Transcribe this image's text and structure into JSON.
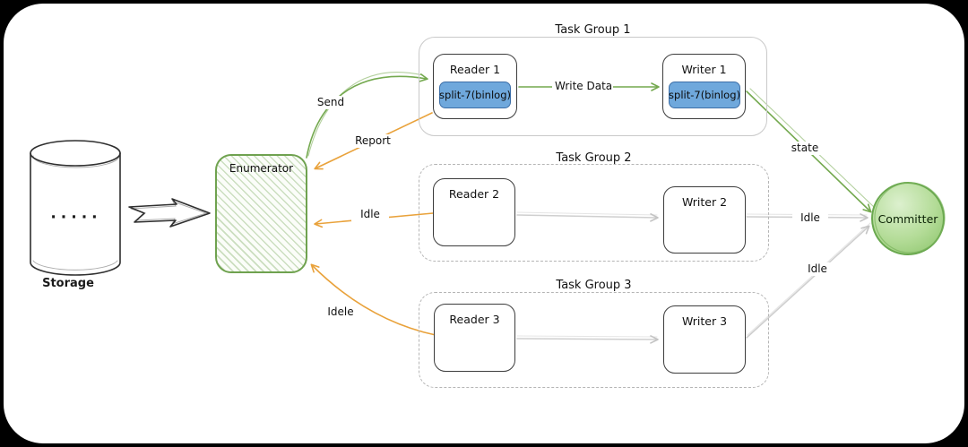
{
  "colors": {
    "canvas_bg": "#000000",
    "page_bg": "#ffffff",
    "green": "#74a94f",
    "green_border": "#6fa24f",
    "orange": "#e9a23b",
    "gray_edge": "#cfcfcf",
    "blue_fill": "#6fa8dc",
    "blue_border": "#3d6fa8",
    "node_border": "#3c3c3c",
    "group_border_solid": "#c9c9c9",
    "group_border_dashed": "#b5b5b5",
    "text": "#111111"
  },
  "storage": {
    "label": "Storage",
    "dots": "·····"
  },
  "enumerator": {
    "label": "Enumerator"
  },
  "task_groups": [
    {
      "title": "Task Group 1",
      "reader": {
        "label": "Reader 1",
        "badge": "split-7(binlog)"
      },
      "writer": {
        "label": "Writer 1",
        "badge": "split-7(binlog)"
      }
    },
    {
      "title": "Task Group 2",
      "reader": {
        "label": "Reader 2"
      },
      "writer": {
        "label": "Writer 2"
      }
    },
    {
      "title": "Task Group 3",
      "reader": {
        "label": "Reader 3"
      },
      "writer": {
        "label": "Writer 3"
      }
    }
  ],
  "committer": {
    "label": "Committer"
  },
  "edges": [
    {
      "id": "send",
      "label": "Send",
      "color": "green"
    },
    {
      "id": "report",
      "label": "Report",
      "color": "orange"
    },
    {
      "id": "idle-reader2",
      "label": "Idle",
      "color": "orange"
    },
    {
      "id": "idele-reader3",
      "label": "Idele",
      "color": "orange"
    },
    {
      "id": "write-data",
      "label": "Write Data",
      "color": "green"
    },
    {
      "id": "state",
      "label": "state",
      "color": "green"
    },
    {
      "id": "idle-writer2",
      "label": "Idle",
      "color": "gray"
    },
    {
      "id": "idle-writer3",
      "label": "Idle",
      "color": "gray"
    }
  ]
}
